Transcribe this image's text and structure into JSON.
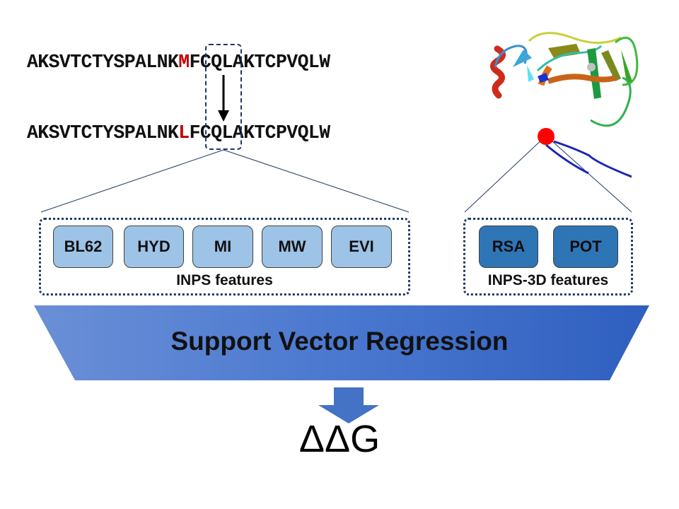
{
  "sequences": {
    "wild_type": {
      "prefix": "AKSVTCTYSPALNK",
      "residue": "M",
      "suffix": "FCQLAKTCPVQLW"
    },
    "mutant": {
      "prefix": "AKSVTCTYSPALNK",
      "residue": "L",
      "suffix": "FCQLAKTCPVQLW"
    }
  },
  "colors": {
    "mutation_red": "#c00000",
    "dashed_border": "#1f3864",
    "inps_feature_fill": "#9dc3e6",
    "inps3d_feature_fill": "#2e75b6",
    "svr_gradient_start": "#6a8fd6",
    "svr_gradient_end": "#2f5fbf",
    "mutation_site_marker": "#ff0000"
  },
  "inps_features": {
    "items": [
      "BL62",
      "HYD",
      "MI",
      "MW",
      "EVI"
    ],
    "label": "INPS features"
  },
  "inps3d_features": {
    "items": [
      "RSA",
      "POT"
    ],
    "label": "INPS-3D features"
  },
  "model": {
    "label": "Support Vector Regression"
  },
  "output": {
    "label": "ΔΔG"
  },
  "structure": {
    "icon": "protein-ribbon-structure"
  }
}
